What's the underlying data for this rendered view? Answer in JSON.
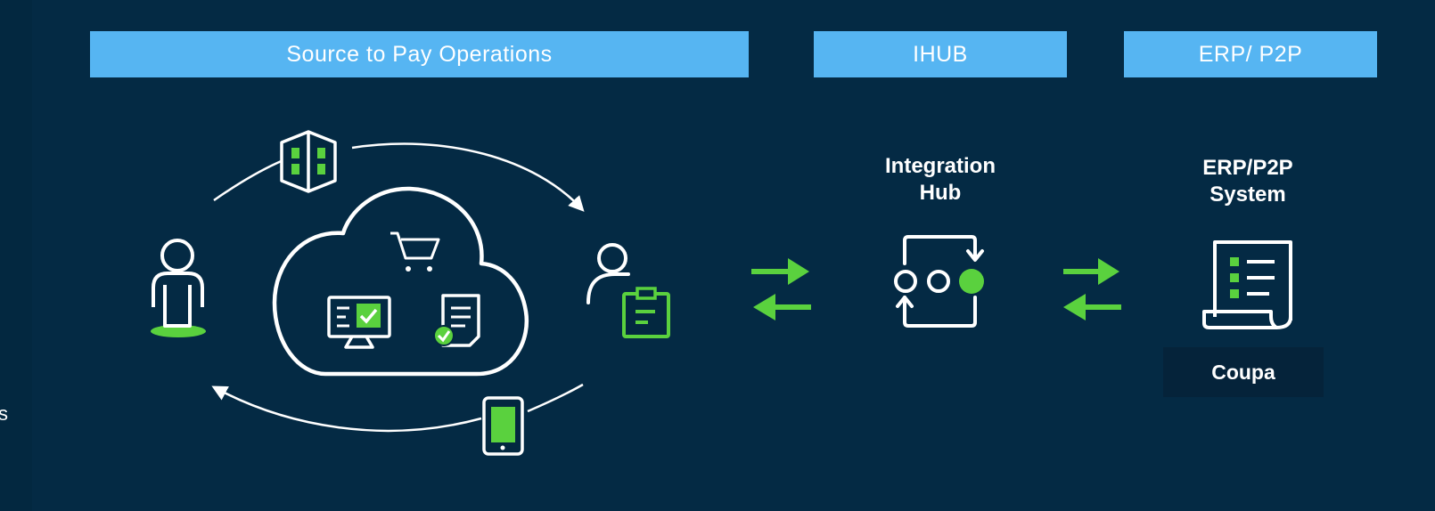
{
  "headers": {
    "source_to_pay": "Source to Pay Operations",
    "ihub": "IHUB",
    "erp": "ERP/ P2P"
  },
  "nodes": {
    "integration_hub": {
      "title_line1": "Integration",
      "title_line2": "Hub"
    },
    "erp_system": {
      "title_line1": "ERP/P2P",
      "title_line2": "System",
      "product": "Coupa"
    }
  },
  "edge_fragment": "s",
  "icons": [
    "person-icon",
    "catalog-icon",
    "cloud-icon",
    "shopping-cart-icon",
    "monitor-check-icon",
    "document-check-icon",
    "person-clipboard-icon",
    "mobile-phone-icon",
    "exchange-arrows-icon",
    "integration-hub-icon",
    "document-list-icon"
  ],
  "colors": {
    "background": "#032840",
    "header_bar": "#56b5f2",
    "accent_green": "#5ad13e",
    "foreground": "#ffffff"
  }
}
